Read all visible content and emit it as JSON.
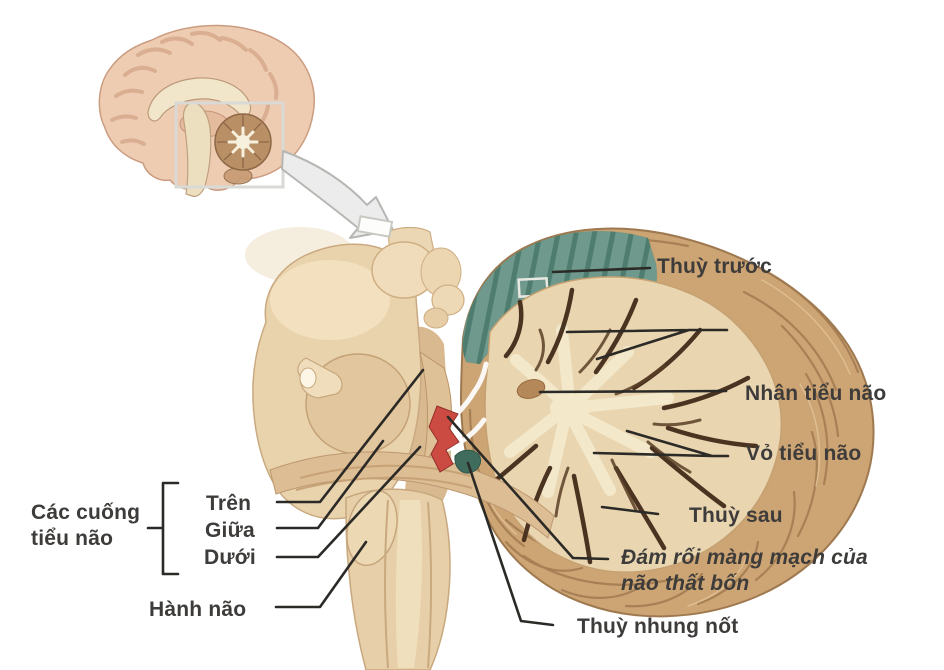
{
  "figure": {
    "labels": {
      "thuy_truoc": "Thuỳ trước",
      "nhan_tieu_nao": "Nhân tiểu não",
      "vo_tieu_nao": "Vỏ tiểu não",
      "thuy_sau": "Thuỳ sau",
      "dam_roi_line1": "Đám rối màng mạch của",
      "dam_roi_line2": "não thất bốn",
      "thuy_nhung_not": "Thuỳ nhung nốt",
      "hanh_nao": "Hành não",
      "tren": "Trên",
      "giua": "Giữa",
      "duoi": "Dưới",
      "cac_cuong_line1": "Các cuống",
      "cac_cuong_line2": "tiểu não"
    },
    "colors": {
      "background": "#ffffff",
      "label_text": "#3e3c3a",
      "leader_line": "#2c2a27",
      "brainstem": "#e9d3ad",
      "cerebellum_folia": "#cda473",
      "anterior_lobe": "#6e998c",
      "arbor_vitae": "#e9d6b1",
      "white_matter": "#f3e8ca",
      "cerebellar_nucleus": "#b5885a",
      "choroid_plexus": "#cb4a41",
      "nodulus": "#406c5d"
    }
  }
}
